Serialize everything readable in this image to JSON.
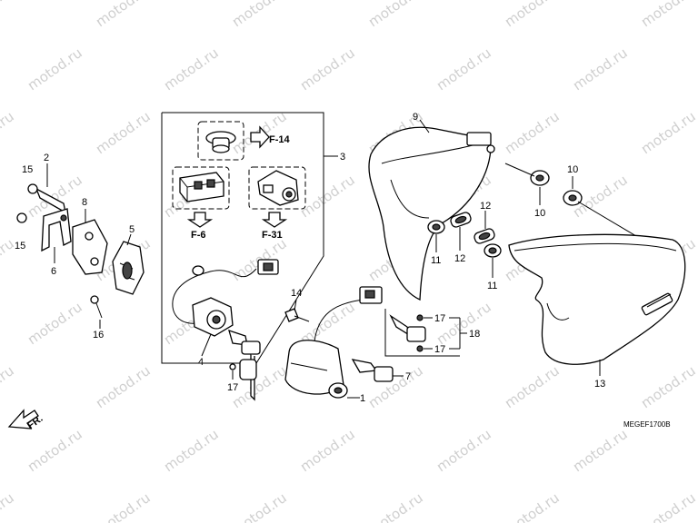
{
  "watermark": "motod.ru",
  "diagram_code": "MEGEF1700B",
  "front_marker": "FR.",
  "refs": {
    "f14": "F-14",
    "f6": "F-6",
    "f31": "F-31"
  },
  "labels": {
    "l1": "1",
    "l2": "2",
    "l3": "3",
    "l4": "4",
    "l5": "5",
    "l6": "6",
    "l7": "7",
    "l8": "8",
    "l9": "9",
    "l10a": "10",
    "l10b": "10",
    "l11a": "11",
    "l11b": "11",
    "l12a": "12",
    "l12b": "12",
    "l13": "13",
    "l14": "14",
    "l15a": "15",
    "l15b": "15",
    "l16": "16",
    "l17a": "17",
    "l17b": "17",
    "l17c": "17",
    "l18": "18"
  }
}
